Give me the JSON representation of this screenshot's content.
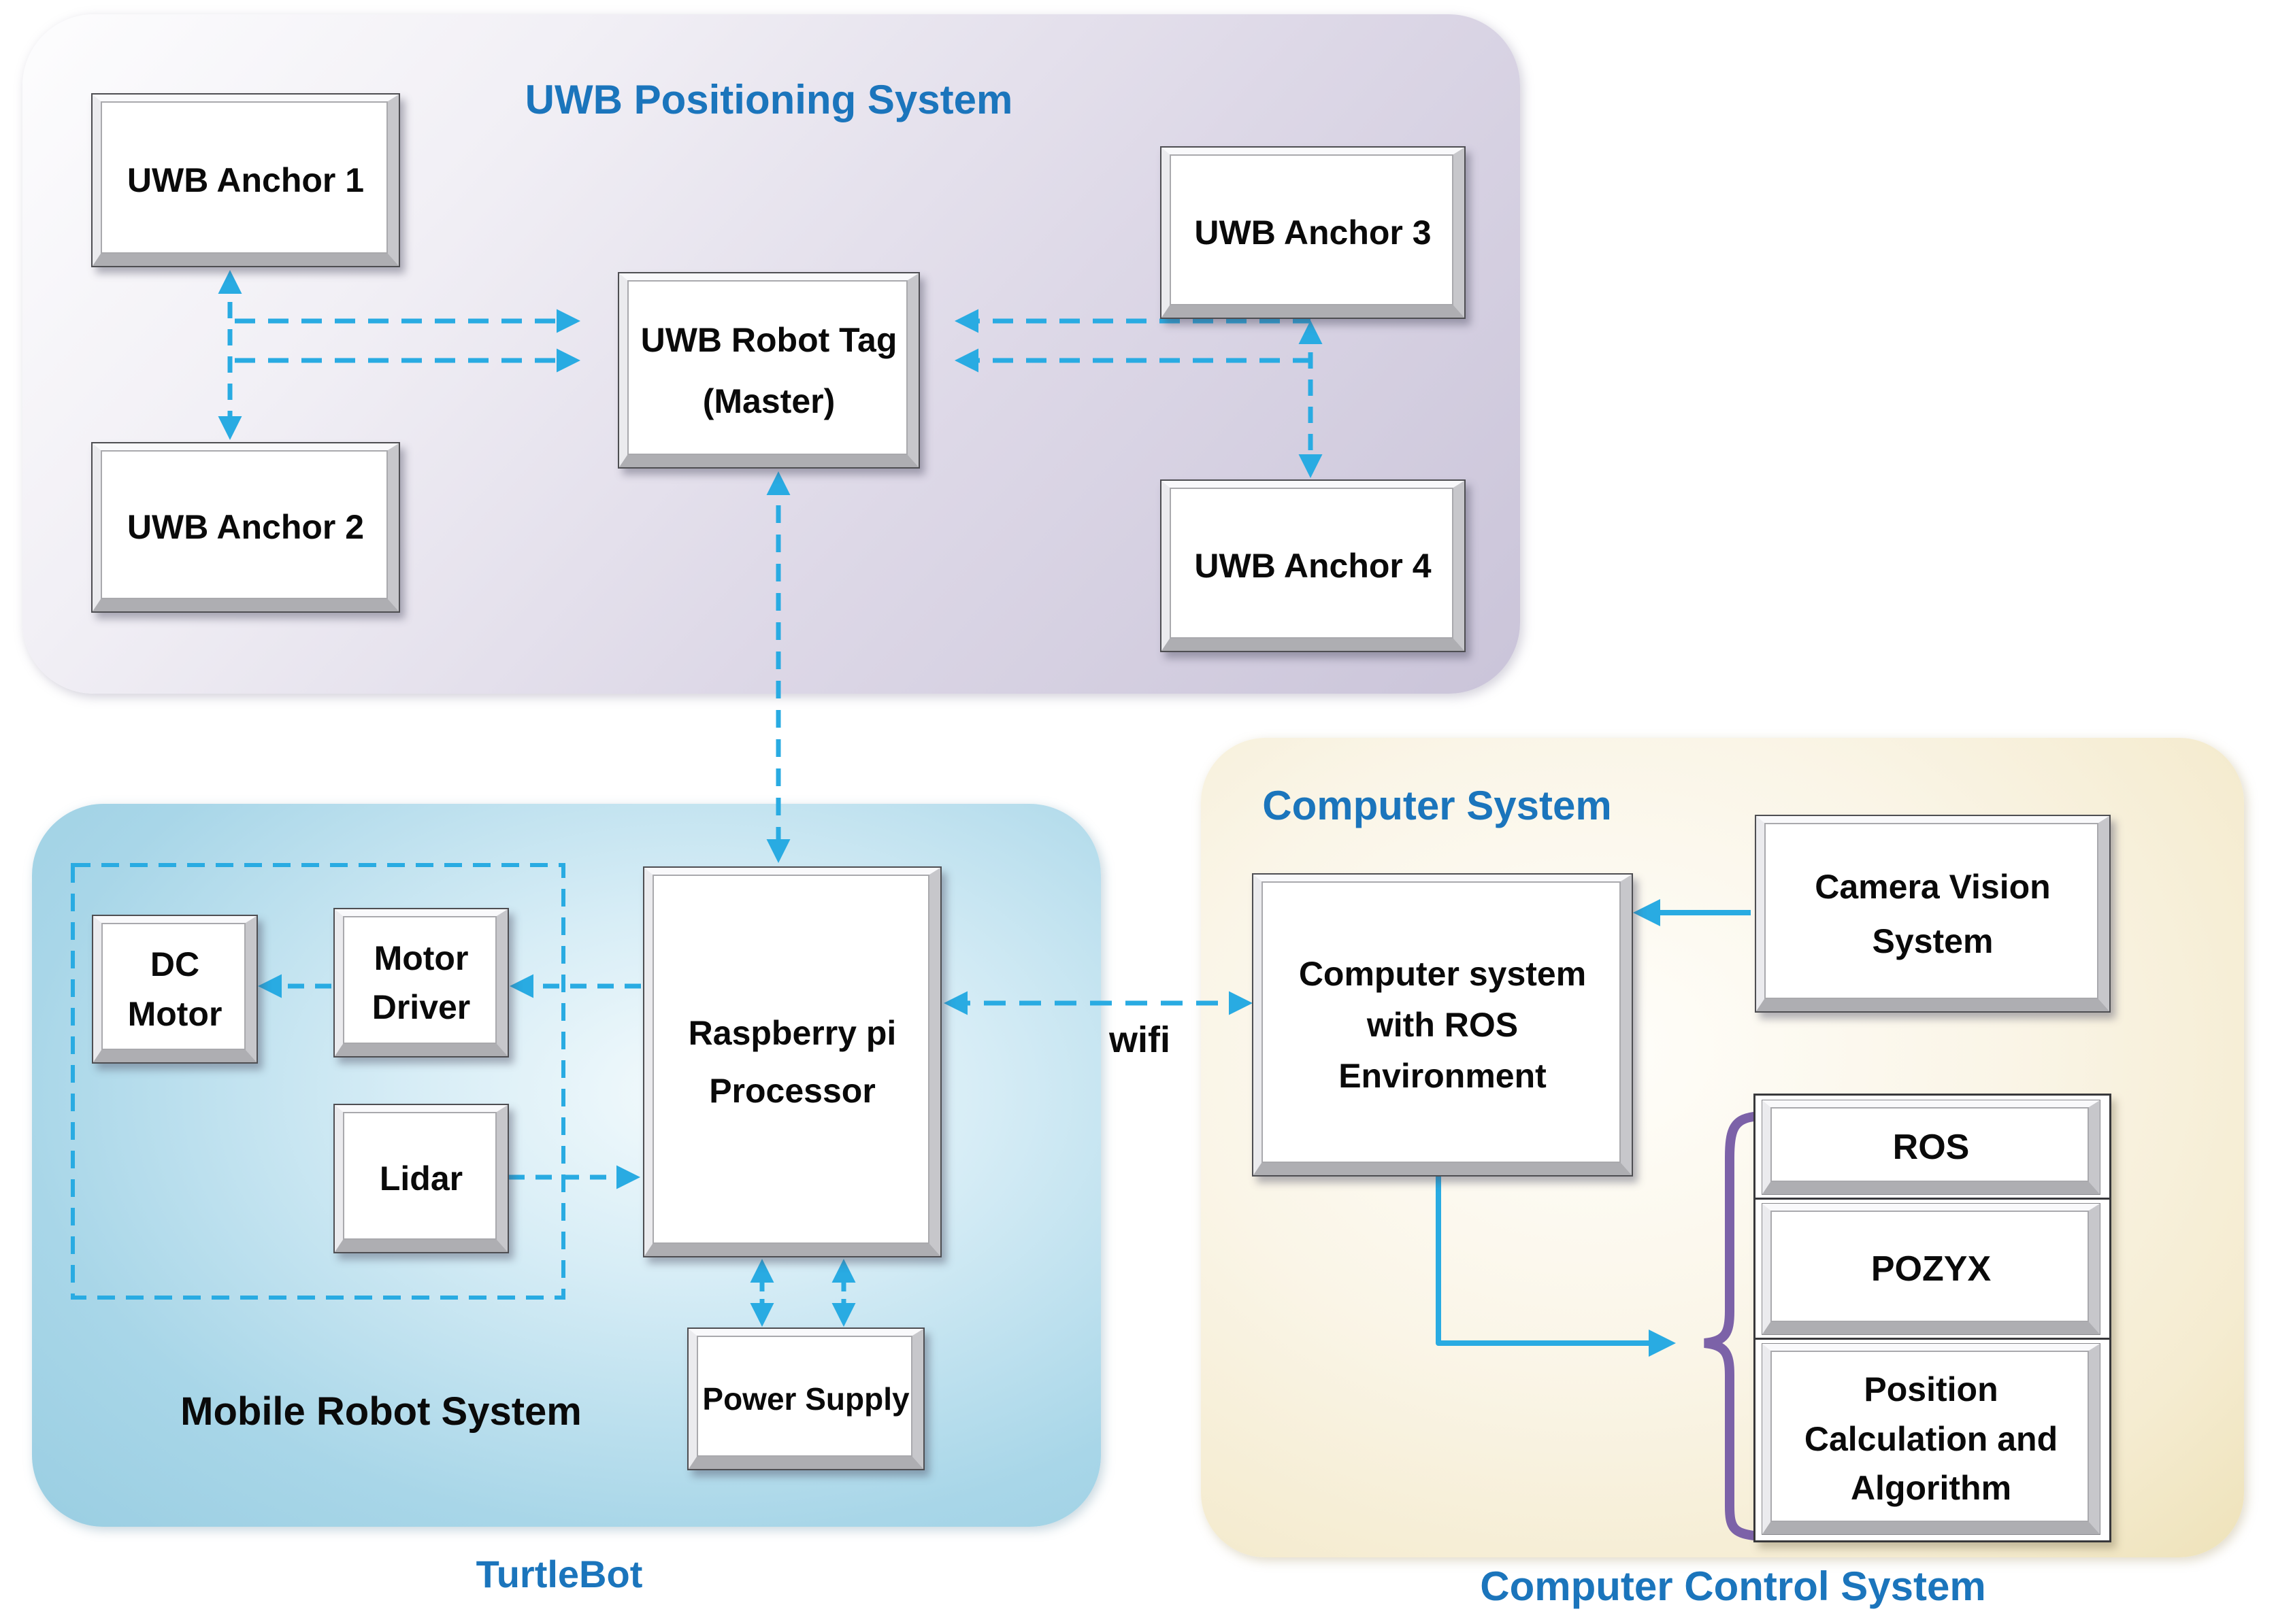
{
  "colors": {
    "arrow_cyan": "#29abe2",
    "heading_blue": "#1b75bc",
    "brace_purple": "#7c62a8",
    "uwb_panel_lavender": "#cac4d9",
    "mobile_panel_cyan": "#a8d6e8",
    "computer_panel_cream": "#f5ecd1"
  },
  "uwb": {
    "title": "UWB Positioning System",
    "anchor1": "UWB Anchor 1",
    "anchor2": "UWB Anchor 2",
    "anchor3": "UWB Anchor 3",
    "anchor4": "UWB Anchor 4",
    "robot_tag": [
      "UWB Robot Tag",
      "(Master)"
    ]
  },
  "mobile": {
    "system_label": "Mobile Robot System",
    "caption": "TurtleBot",
    "dc_motor": [
      "DC",
      "Motor"
    ],
    "motor_driver": [
      "Motor",
      "Driver"
    ],
    "lidar": "Lidar",
    "raspberry": [
      "Raspberry pi",
      "Processor"
    ],
    "power_supply": "Power Supply",
    "wifi_label": "wifi"
  },
  "computer": {
    "heading": "Computer System",
    "caption": "Computer Control System",
    "ros_env": [
      "Computer system",
      "with ROS",
      "Environment"
    ],
    "camera": [
      "Camera Vision",
      "System"
    ],
    "ros": "ROS",
    "pozyx": "POZYX",
    "position_calc": [
      "Position",
      "Calculation and",
      "Algorithm"
    ]
  }
}
